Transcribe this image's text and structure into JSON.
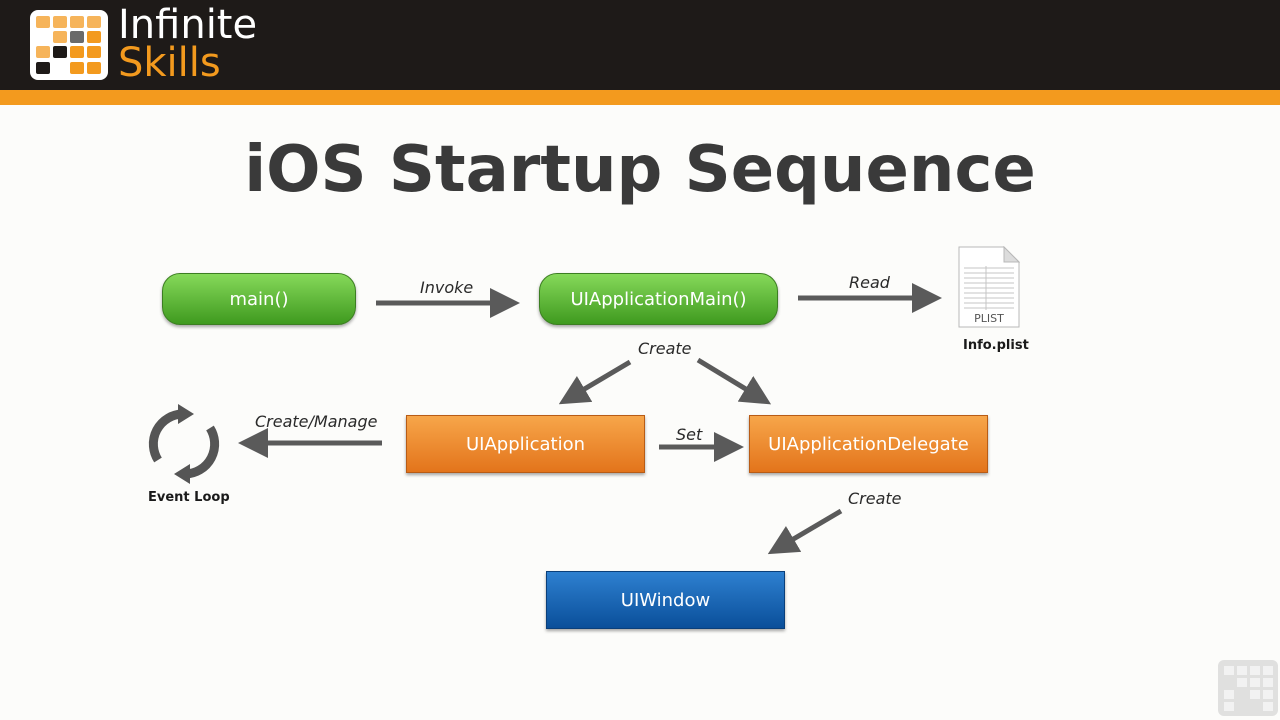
{
  "brand": {
    "line1": "Infinite",
    "line2": "Skills",
    "colors": {
      "orange": "#f39a1e",
      "dark": "#1e1a18"
    }
  },
  "slide": {
    "title": "iOS Startup Sequence"
  },
  "diagram": {
    "nodes": {
      "main": "main()",
      "ui_application_main": "UIApplicationMain()",
      "ui_application": "UIApplication",
      "ui_application_delegate": "UIApplicationDelegate",
      "ui_window": "UIWindow"
    },
    "edges": {
      "invoke": "Invoke",
      "read": "Read",
      "create_top": "Create",
      "create_manage": "Create/Manage",
      "set": "Set",
      "create_bottom": "Create"
    },
    "plist": {
      "doc_label": "PLIST",
      "caption": "Info.plist"
    },
    "event_loop": {
      "caption": "Event Loop"
    },
    "colors": {
      "green": "#4caf2c",
      "orange": "#ec8a2f",
      "blue": "#1463b4",
      "arrow": "#5a5a5a"
    }
  }
}
